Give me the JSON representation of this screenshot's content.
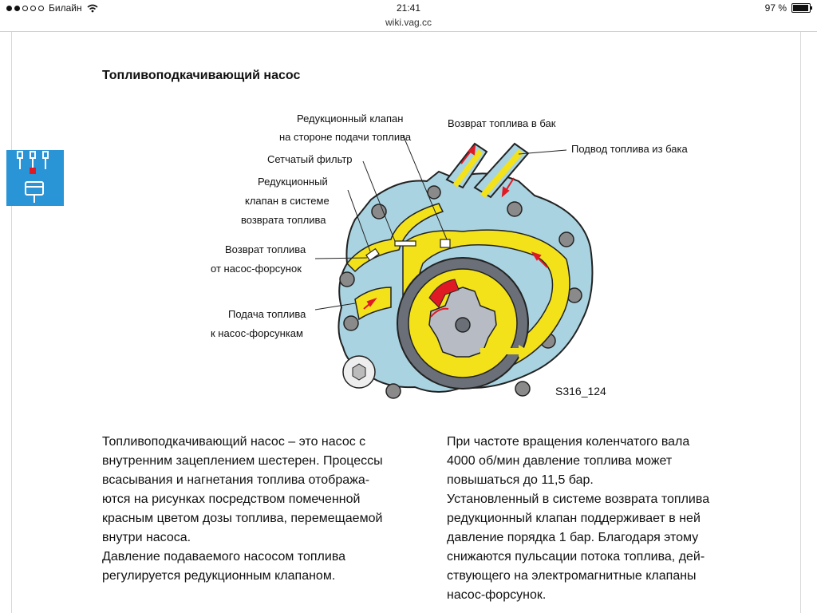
{
  "status_bar": {
    "carrier": "Билайн",
    "time": "21:41",
    "url": "wiki.vag.cc",
    "battery": "97 %",
    "battery_level": 0.97
  },
  "page": {
    "title": "Топливоподкачивающий насос",
    "figure_code": "S316_124",
    "labels": {
      "reduction_valve_supply_1": "Редукционный клапан",
      "reduction_valve_supply_2": "на стороне подачи топлива",
      "fuel_return_tank": "Возврат топлива в бак",
      "fuel_supply_tank": "Подвод топлива из бака",
      "mesh_filter": "Сетчатый фильтр",
      "reduction_valve_return_1": "Редукционный",
      "reduction_valve_return_2": "клапан в системе",
      "reduction_valve_return_3": "возврата топлива",
      "return_from_injectors_1": "Возврат топлива",
      "return_from_injectors_2": "от насос-форсунок",
      "supply_to_injectors_1": "Подача топлива",
      "supply_to_injectors_2": "к насос-форсункам"
    },
    "left_column": [
      "Топливоподкачивающий насос – это насос с",
      "внутренним зацеплением шестерен. Процессы",
      "всасывания и нагнетания топлива отобража-",
      "ются на рисунках посредством помеченной",
      "красным цветом дозы топлива, перемещаемой",
      "внутри насоса.",
      "Давление подаваемого насосом топлива",
      "регулируется редукционным клапаном."
    ],
    "right_column": [
      "При частоте вращения коленчатого вала",
      "4000 об/мин давление топлива может",
      "повышаться до 11,5 бар.",
      "Установленный в системе возврата топлива",
      "редукционный клапан поддерживает в ней",
      "давление порядка 1 бар. Благодаря этому",
      "снижаются пульсации потока топлива, дей-",
      "ствующего на электромагнитные клапаны",
      "насос-форсунок."
    ]
  },
  "colors": {
    "housing": "#a9d3e0",
    "fuel": "#f3e21a",
    "red": "#e01a24",
    "tab": "#2a95d6"
  }
}
